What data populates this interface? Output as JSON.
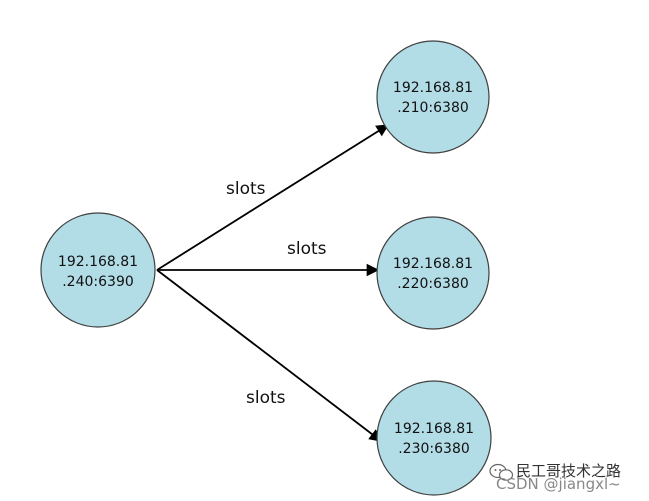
{
  "diagram": {
    "source": {
      "line1": "192.168.81",
      "line2": ".240:6390"
    },
    "targets": [
      {
        "line1": "192.168.81",
        "line2": ".210:6380"
      },
      {
        "line1": "192.168.81",
        "line2": ".220:6380"
      },
      {
        "line1": "192.168.81",
        "line2": ".230:6380"
      }
    ],
    "edges": [
      {
        "label": "slots"
      },
      {
        "label": "slots"
      },
      {
        "label": "slots"
      }
    ]
  },
  "watermark": {
    "brand": "民工哥技术之路",
    "site": "CSDN @jiangxl~"
  },
  "colors": {
    "node_fill": "#b2dde7",
    "node_stroke": "#3f3f3f",
    "edge": "#000000"
  }
}
